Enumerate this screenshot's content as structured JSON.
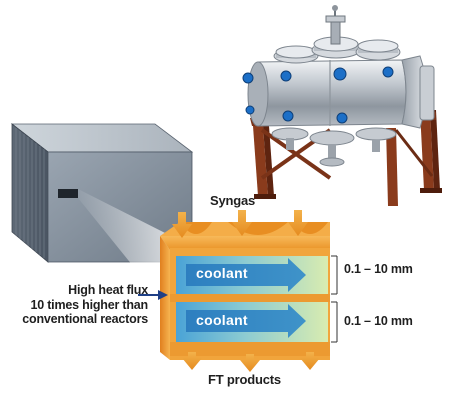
{
  "labels": {
    "syngas": "Syngas",
    "heat_flux": [
      "High heat flux",
      "10 times higher than",
      "conventional reactors"
    ],
    "gap_1": "0.1 – 10 mm",
    "gap_2": "0.1 – 10 mm",
    "coolant_1": "coolant",
    "coolant_2": "coolant",
    "products": "FT products"
  },
  "colors": {
    "orange": "#f0a236",
    "coolant_blue": "#2f78b8",
    "channel_green": "#cfe6a8",
    "block_gray": "#8592a0",
    "arrow_navy": "#1e3f86",
    "text": "#1f1f1f"
  },
  "icons": [
    "reactor-vessel-illustration",
    "microchannel-block-illustration",
    "flow-arrow-icon"
  ]
}
